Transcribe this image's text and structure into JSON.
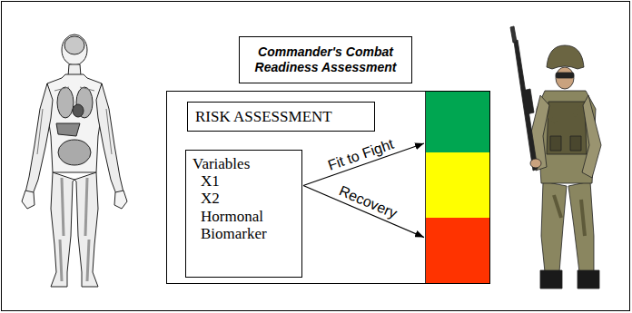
{
  "diagram": {
    "nodes": [
      {
        "text": [
          "Commander's Combat Readiness Assessment"
        ]
      },
      {
        "text": []
      },
      {
        "text": [
          "RISK ASSESSMENT"
        ],
        "in": 1
      },
      {
        "text": [
          "Variables",
          "X1",
          "X2",
          "Hormonal",
          "Biomarker"
        ],
        "in": 1
      },
      {
        "text": [],
        "in": 1
      },
      {
        "text": [],
        "in": 1
      },
      {
        "text": [],
        "in": 1
      }
    ],
    "edges": [
      {
        "from": 3,
        "to": 4,
        "arrow": "to",
        "label": "Fit to Fight"
      },
      {
        "from": 3,
        "to": 6,
        "arrow": "to",
        "label": "Recovery"
      }
    ]
  }
}
